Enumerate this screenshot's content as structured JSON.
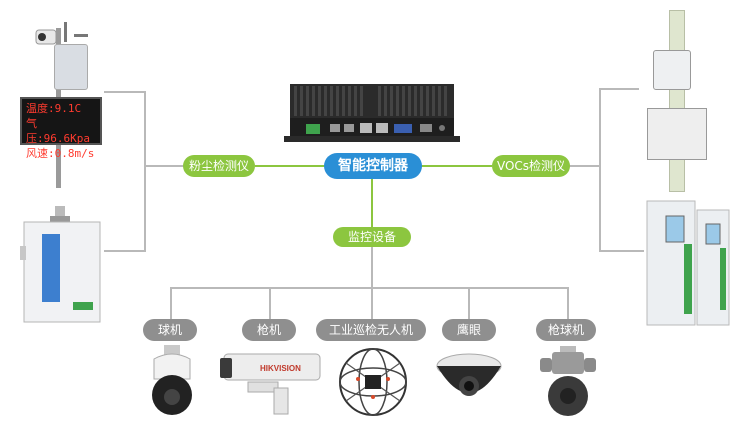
{
  "center": {
    "controller_label": "智能控制器"
  },
  "branches": {
    "left": "粉尘检测仪",
    "right": "VOCs检测仪",
    "down": "监控设备"
  },
  "led_display": {
    "line1": "温度:9.1C",
    "line2": "气压:96.6Kpa",
    "line3": "风速:0.8m/s"
  },
  "cameras": [
    {
      "label": "球机",
      "icon": "dome-ptz-camera-icon"
    },
    {
      "label": "枪机",
      "icon": "bullet-camera-icon"
    },
    {
      "label": "工业巡检无人机",
      "icon": "inspection-drone-icon"
    },
    {
      "label": "鹰眼",
      "icon": "fisheye-camera-icon"
    },
    {
      "label": "枪球机",
      "icon": "bullet-dome-camera-icon"
    }
  ],
  "brand_text": "HIKVISION",
  "colors": {
    "green": "#8cc63f",
    "blue": "#2a8fd6",
    "gray_tag": "#8f8f8f",
    "line": "#b9b9b9"
  }
}
